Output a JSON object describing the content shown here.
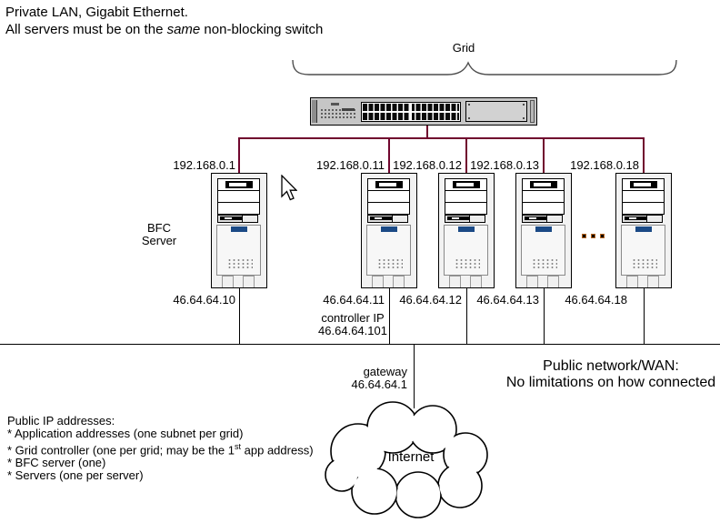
{
  "title": {
    "line1": "Private LAN, Gigabit Ethernet.",
    "line2_prefix": "All servers must be on the ",
    "line2_italic": "same",
    "line2_suffix": " non-blocking switch"
  },
  "grid": {
    "label": "Grid"
  },
  "bfc": {
    "line1": "BFC",
    "line2": "Server"
  },
  "servers": [
    {
      "lan_ip": "192.168.0.1",
      "public_ip": "46.64.64.10"
    },
    {
      "lan_ip": "192.168.0.11",
      "public_ip": "46.64.64.11"
    },
    {
      "lan_ip": "192.168.0.12",
      "public_ip": "46.64.64.12"
    },
    {
      "lan_ip": "192.168.0.13",
      "public_ip": "46.64.64.13"
    },
    {
      "lan_ip": "192.168.0.18",
      "public_ip": "46.64.64.18"
    }
  ],
  "controller": {
    "line1": "controller IP",
    "line2": "46.64.64.101"
  },
  "gateway": {
    "line1": "gateway",
    "line2": "46.64.64.1"
  },
  "wan": {
    "line1": "Public network/WAN:",
    "line2": "No limitations on how connected"
  },
  "internet": {
    "label": "Internet"
  },
  "notes": {
    "title": "Public IP addresses:",
    "item1": "* Application addresses (one subnet per grid)",
    "item2_prefix": "* Grid controller (one per grid; may be the 1",
    "item2_sup": "st",
    "item2_suffix": " app  address)",
    "item3": "* BFC server (one)",
    "item4": "* Servers (one per server)"
  },
  "colors": {
    "lan_line": "#70062e",
    "badge_blue": "#1b4a86"
  }
}
